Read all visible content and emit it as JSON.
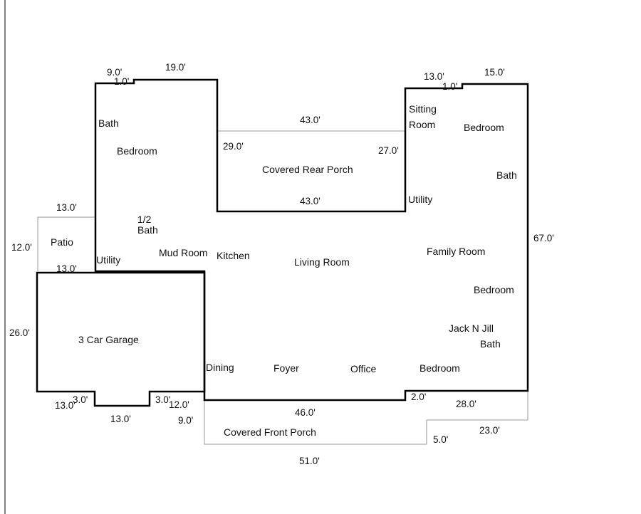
{
  "rooms": {
    "bath_left": "Bath",
    "bedroom_left": "Bedroom",
    "covered_rear_porch": "Covered Rear Porch",
    "sitting_room_line1": "Sitting",
    "sitting_room_line2": "Room",
    "bedroom_right_top": "Bedroom",
    "bath_right": "Bath",
    "utility_right": "Utility",
    "half_bath_line1": "1/2",
    "half_bath_line2": "Bath",
    "patio": "Patio",
    "utility_left": "Utility",
    "mud_room": "Mud Room",
    "kitchen": "Kitchen",
    "living_room": "Living Room",
    "family_room": "Family Room",
    "bedroom_right_mid": "Bedroom",
    "jack_n_jill_line1": "Jack N Jill",
    "jack_n_jill_line2": "Bath",
    "garage": "3 Car Garage",
    "dining": "Dining",
    "foyer": "Foyer",
    "office": "Office",
    "bedroom_bottom": "Bedroom",
    "covered_front_porch": "Covered Front Porch"
  },
  "dimensions": {
    "left_wing_top_left": "9.0'",
    "left_wing_jog": "1.0'",
    "left_wing_top_right": "19.0'",
    "right_wing_top_left": "13.0'",
    "right_wing_jog": "1.0'",
    "right_wing_top_right": "15.0'",
    "rear_porch_top": "43.0'",
    "rear_porch_left": "29.0'",
    "rear_porch_right": "27.0'",
    "rear_porch_bottom": "43.0'",
    "patio_top": "13.0'",
    "patio_left": "12.0'",
    "patio_bottom": "13.0'",
    "right_side": "67.0'",
    "garage_side": "26.0'",
    "garage_bottom_left": "13.0'",
    "garage_notch_left": "3.0'",
    "garage_notch_bottom": "13.0'",
    "garage_notch_right": "3.0'",
    "garage_bottom_right": "12.0'",
    "front_porch_left": "9.0'",
    "front_wall": "46.0'",
    "front_jog": "2.0'",
    "front_right_wall": "28.0'",
    "front_porch_right": "23.0'",
    "front_porch_step": "5.0'",
    "front_porch_total": "51.0'"
  }
}
